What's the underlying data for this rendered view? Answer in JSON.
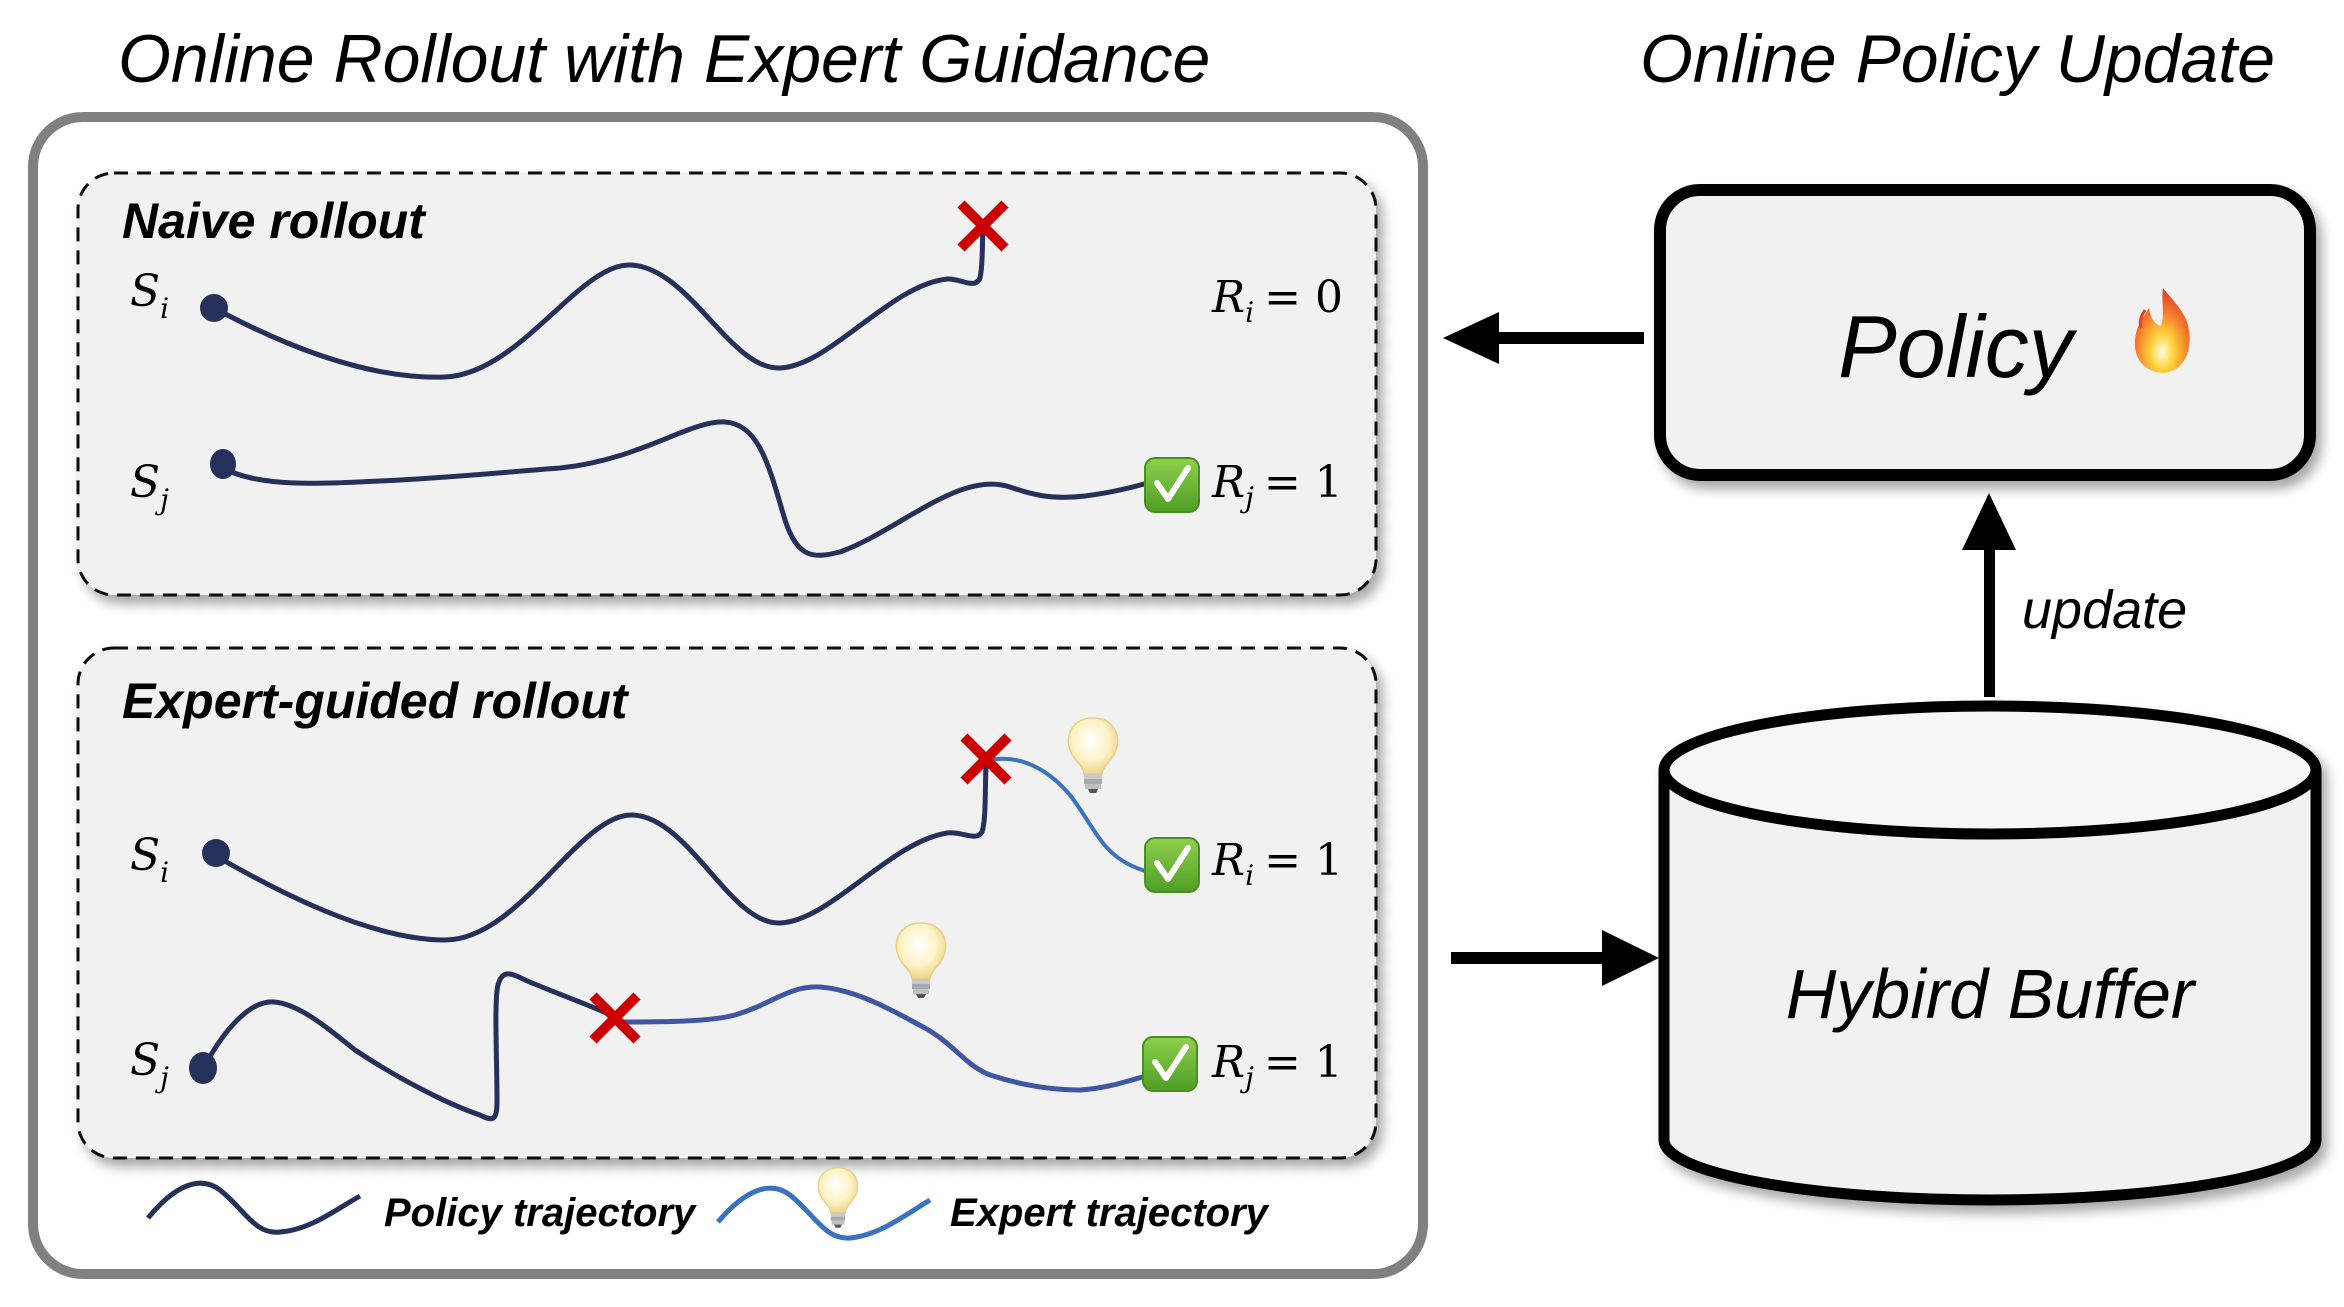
{
  "titles": {
    "left": "Online Rollout with Expert Guidance",
    "right": "Online Policy Update"
  },
  "naive_panel": {
    "title": "Naive rollout",
    "rows": [
      {
        "state": "S",
        "state_sub": "i",
        "reward_var": "R",
        "reward_sub": "i",
        "reward_eq": "= 0",
        "outcome": "fail"
      },
      {
        "state": "S",
        "state_sub": "j",
        "reward_var": "R",
        "reward_sub": "j",
        "reward_eq": "= 1",
        "outcome": "success"
      }
    ]
  },
  "expert_panel": {
    "title": "Expert-guided rollout",
    "rows": [
      {
        "state": "S",
        "state_sub": "i",
        "reward_var": "R",
        "reward_sub": "i",
        "reward_eq": "= 1",
        "outcome": "success"
      },
      {
        "state": "S",
        "state_sub": "j",
        "reward_var": "R",
        "reward_sub": "j",
        "reward_eq": "= 1",
        "outcome": "success"
      }
    ]
  },
  "legend": {
    "policy_label": "Policy trajectory",
    "expert_label": "Expert trajectory"
  },
  "policy_box": {
    "label": "Policy",
    "icon": "🔥"
  },
  "buffer": {
    "label": "Hybird Buffer"
  },
  "arrows": {
    "update_label": "update"
  },
  "icons": {
    "fail": "cross-mark-icon",
    "success": "check-mark-icon",
    "hint": "lightbulb-icon",
    "fire": "fire-icon"
  },
  "colors": {
    "policy_trajectory": "#25315a",
    "expert_trajectory": "#3a72c0",
    "expert_trajectory_dark": "#3f57a3",
    "fail_mark": "#cc0000",
    "success_mark": "#5fb32e",
    "panel_fill": "#f1f1f1",
    "outer_border": "#808080"
  }
}
